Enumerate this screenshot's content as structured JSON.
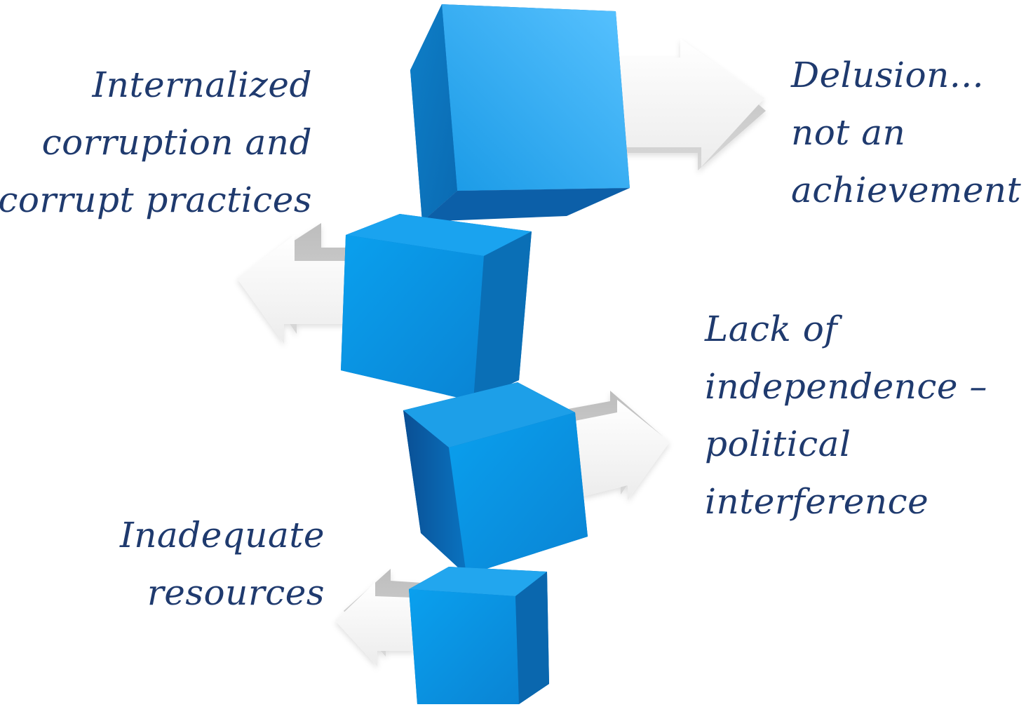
{
  "labels": {
    "top_left": [
      "Internalized",
      "corruption and",
      "corrupt practices"
    ],
    "top_right": [
      "Delusion...",
      "not an",
      "achievement"
    ],
    "middle_right": [
      "Lack of",
      "independence –",
      "political",
      "interference"
    ],
    "bottom_left": [
      "Inadequate",
      "resources"
    ]
  },
  "colors": {
    "text": "#1f3a6e",
    "cube_face_light": "#5cc3ff",
    "cube_face_mid": "#0a96e6",
    "cube_face_dark": "#0d5ea8",
    "arrow_light": "#ffffff",
    "arrow_shade": "#c9c9c9"
  }
}
